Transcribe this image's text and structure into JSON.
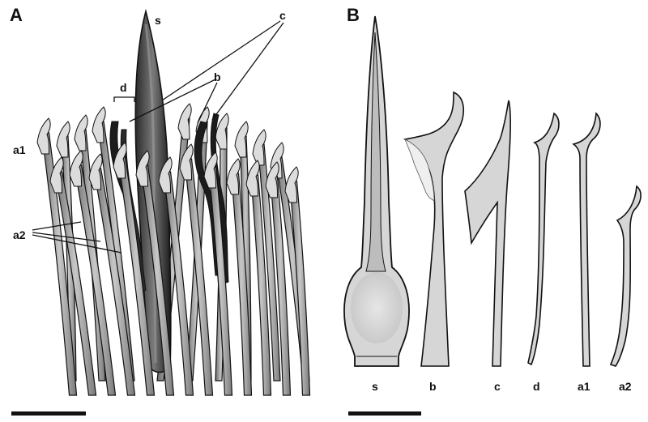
{
  "panels": [
    {
      "id": "A",
      "label": "A"
    },
    {
      "id": "B",
      "label": "B"
    }
  ],
  "panel_a_labels": {
    "s": "s",
    "c": "c",
    "b": "b",
    "d": "d",
    "a1": "a1",
    "a2": "a2"
  },
  "panel_b_labels": [
    "s",
    "b",
    "c",
    "d",
    "a1",
    "a2"
  ],
  "colors": {
    "background": "#ffffff",
    "outline": "#111111",
    "light_gray": "#d6d6d6",
    "mid_gray": "#9a9a9a",
    "dark": "#1c1c1c",
    "very_light": "#efefef"
  }
}
